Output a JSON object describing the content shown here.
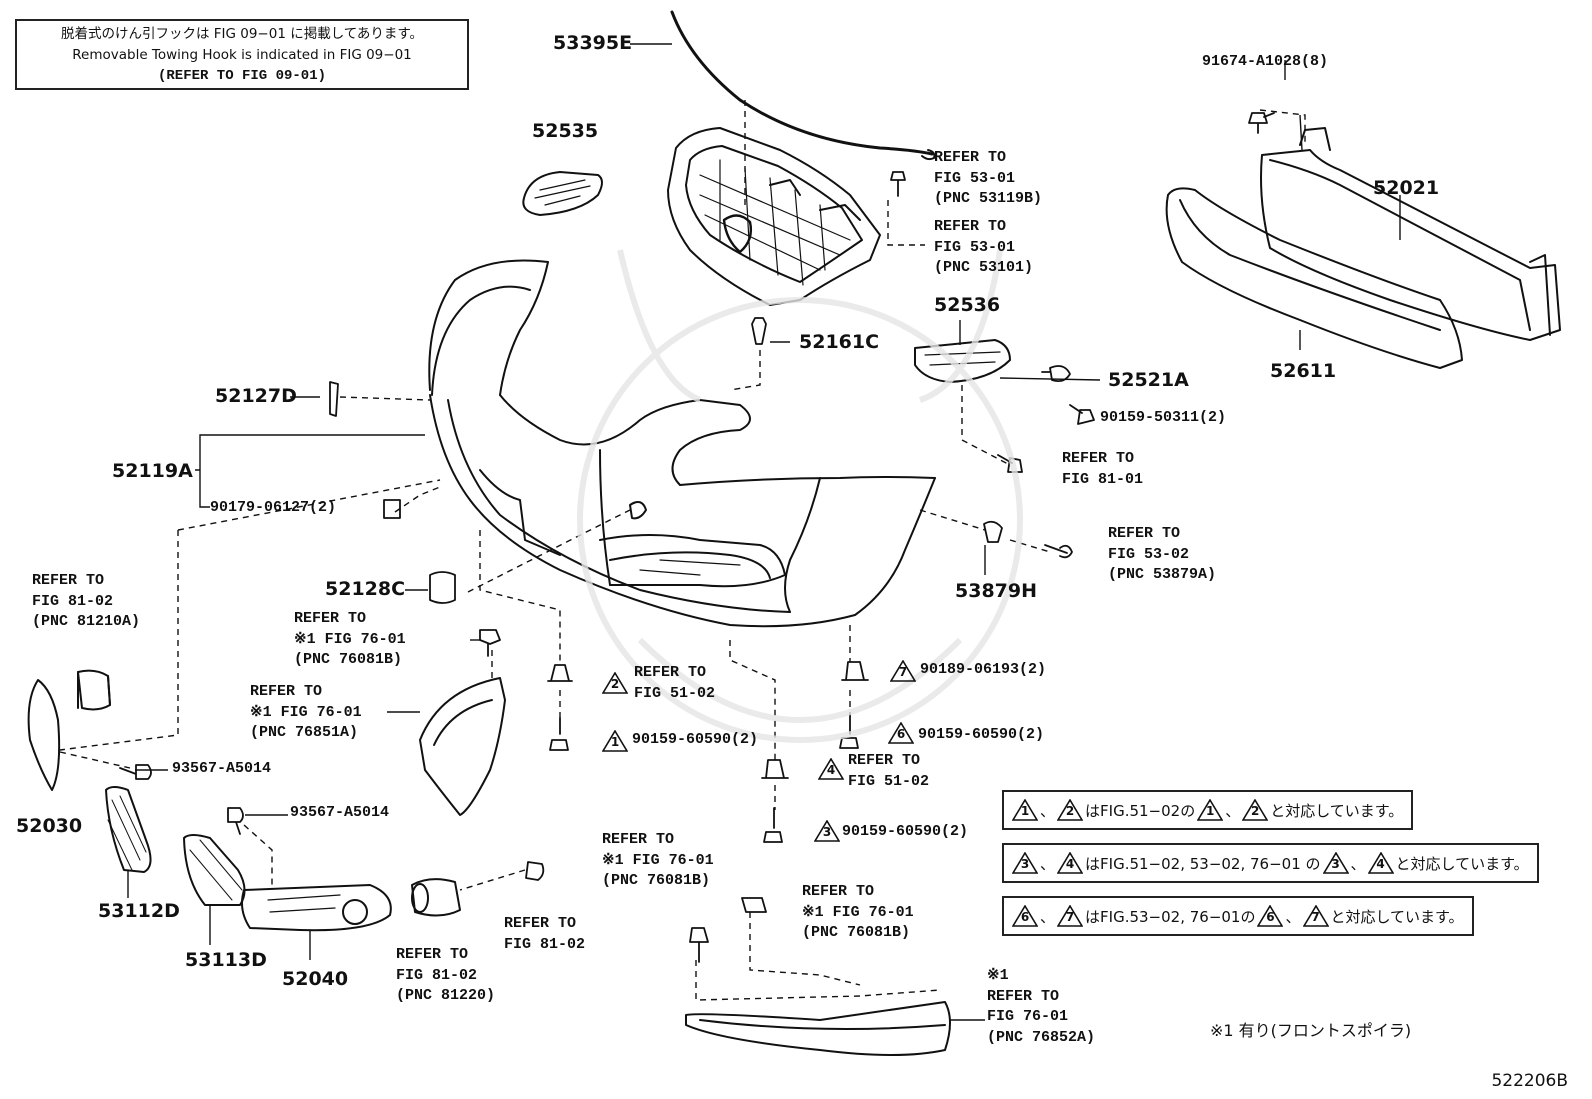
{
  "header_note": {
    "line1": "脱着式のけん引フックは FIG 09−01 に掲載してあります。",
    "line2": "Removable Towing Hook is indicated in FIG 09−01",
    "line3": "(REFER TO FIG 09-01)"
  },
  "parts": {
    "p53395E": "53395E",
    "p52535": "52535",
    "p91674": "91674-A1028(8)",
    "p52021": "52021",
    "p52611": "52611",
    "p52536": "52536",
    "p52161C": "52161C",
    "p52521A": "52521A",
    "p90159_50311": "90159-50311(2)",
    "p52127D": "52127D",
    "p52119A": "52119A",
    "p90179": "90179-06127(2)",
    "p52128C": "52128C",
    "p53879H": "53879H",
    "p90189": "90189-06193(2)",
    "p90159_60590_a": "90159-60590(2)",
    "p90159_60590_b": "90159-60590(2)",
    "p90159_60590_c": "90159-60590(2)",
    "p93567_a": "93567-A5014",
    "p93567_b": "93567-A5014",
    "p52030": "52030",
    "p53112D": "53112D",
    "p53113D": "53113D",
    "p52040": "52040"
  },
  "refs": {
    "r53119B": "REFER TO\nFIG 53-01\n(PNC 53119B)",
    "r53101": "REFER TO\nFIG 53-01\n(PNC 53101)",
    "r81_01": "REFER TO\nFIG 81-01",
    "r53879A": "REFER TO\nFIG 53-02\n(PNC 53879A)",
    "r81210A": "REFER TO\nFIG 81-02\n(PNC 81210A)",
    "r76081B_a": "REFER TO\n※1 FIG 76-01\n(PNC 76081B)",
    "r76851A": "REFER TO\n※1 FIG 76-01\n(PNC 76851A)",
    "r51_02_a": "REFER TO\nFIG 51-02",
    "r51_02_b": "REFER TO\nFIG 51-02",
    "r81_02": "REFER TO\nFIG 81-02",
    "r81220": "REFER TO\nFIG 81-02\n(PNC 81220)",
    "r76081B_b": "REFER TO\n※1 FIG 76-01\n(PNC 76081B)",
    "r76081B_c": "REFER TO\n※1 FIG 76-01\n(PNC 76081B)",
    "r76852A": "※1\nREFER TO\nFIG 76-01\n(PNC 76852A)"
  },
  "triangles": {
    "t1": "1",
    "t2": "2",
    "t3": "3",
    "t4": "4",
    "t6": "6",
    "t7": "7"
  },
  "legend": {
    "row1": {
      "a": "1",
      "b": "2",
      "text1": "はFIG.51−02の",
      "c": "1",
      "d": "2",
      "text2": "と対応しています。",
      "sep": "、"
    },
    "row2": {
      "a": "3",
      "b": "4",
      "text1": "はFIG.51−02, 53−02, 76−01 の",
      "c": "3",
      "d": "4",
      "text2": "と対応しています。",
      "sep": "、"
    },
    "row3": {
      "a": "6",
      "b": "7",
      "text1": "はFIG.53−02, 76−01の",
      "c": "6",
      "d": "7",
      "text2": "と対応しています。",
      "sep": "、"
    }
  },
  "footnote": "※1 有り(フロントスポイラ)",
  "diagram_code": "522206B"
}
